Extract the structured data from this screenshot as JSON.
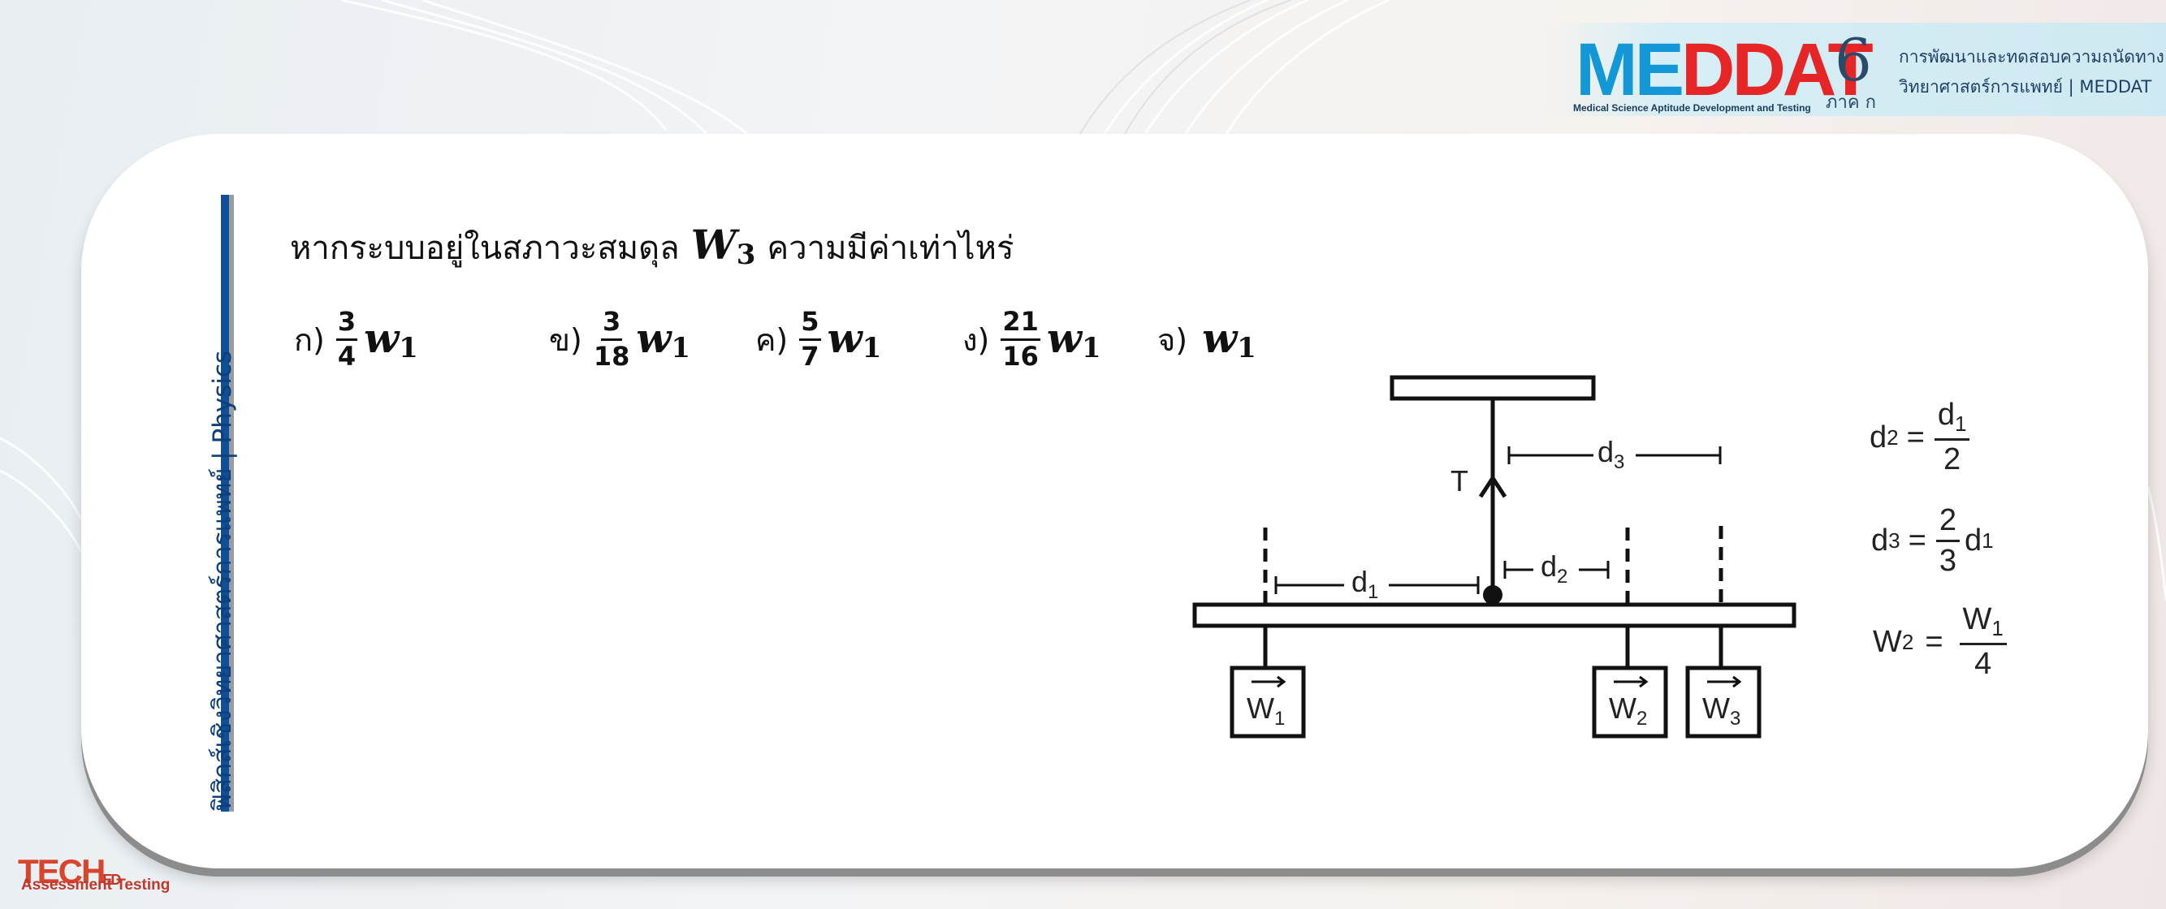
{
  "header": {
    "logo_blue": "ME",
    "logo_red": "DDAT",
    "logo_subtitle": "Medical Science Aptitude Development and Testing",
    "number": "6",
    "part": "ภาค ก",
    "tagline_line1": "การพัฒนาและทดสอบความถนัดทาง",
    "tagline_line2": "วิทยาศาสตร์การแพทย์ | MEDDAT"
  },
  "sidebar": {
    "label": "ฟิสิกส์เชิงวิทยาศาสตร์การแพทย์ | Physics"
  },
  "question": {
    "text_before": "หากระบบอยู่ในสภาวะสมดุล",
    "var": "W",
    "var_sub": "3",
    "text_after": "ความมีค่าเท่าไหร่"
  },
  "choices": [
    {
      "label": "ก)",
      "num": "3",
      "den": "4",
      "var": "w",
      "sub": "1"
    },
    {
      "label": "ข)",
      "num": "3",
      "den": "18",
      "var": "w",
      "sub": "1"
    },
    {
      "label": "ค)",
      "num": "5",
      "den": "7",
      "var": "w",
      "sub": "1"
    },
    {
      "label": "ง)",
      "num": "21",
      "den": "16",
      "var": "w",
      "sub": "1"
    },
    {
      "label": "จ)",
      "num": "",
      "den": "",
      "var": "w",
      "sub": "1"
    }
  ],
  "diagram": {
    "tension": "T",
    "d": "d",
    "one": "1",
    "two": "2",
    "three": "3",
    "W": "W"
  },
  "equations": [
    {
      "lhs": "d",
      "lhs_sub": "2",
      "eq": "=",
      "coef": "",
      "num": "d",
      "num_sub": "1",
      "den": "2",
      "tail": "",
      "tail_sub": ""
    },
    {
      "lhs": "d",
      "lhs_sub": "3",
      "eq": "=",
      "coef": "",
      "num": "2",
      "num_sub": "",
      "den": "3",
      "tail": "d",
      "tail_sub": "1"
    },
    {
      "lhs": "W",
      "lhs_sub": "2",
      "eq": "=",
      "coef": "",
      "num": "W",
      "num_sub": "1",
      "den": "4",
      "tail": "",
      "tail_sub": ""
    }
  ],
  "footer": {
    "brand": "TECH",
    "brand_small": "ED",
    "brand_sub": "Assessment Testing"
  },
  "colors": {
    "blue": "#0e4f95",
    "logo_blue": "#1497d6",
    "logo_red": "#e52526",
    "teched_red": "#d6452c"
  }
}
